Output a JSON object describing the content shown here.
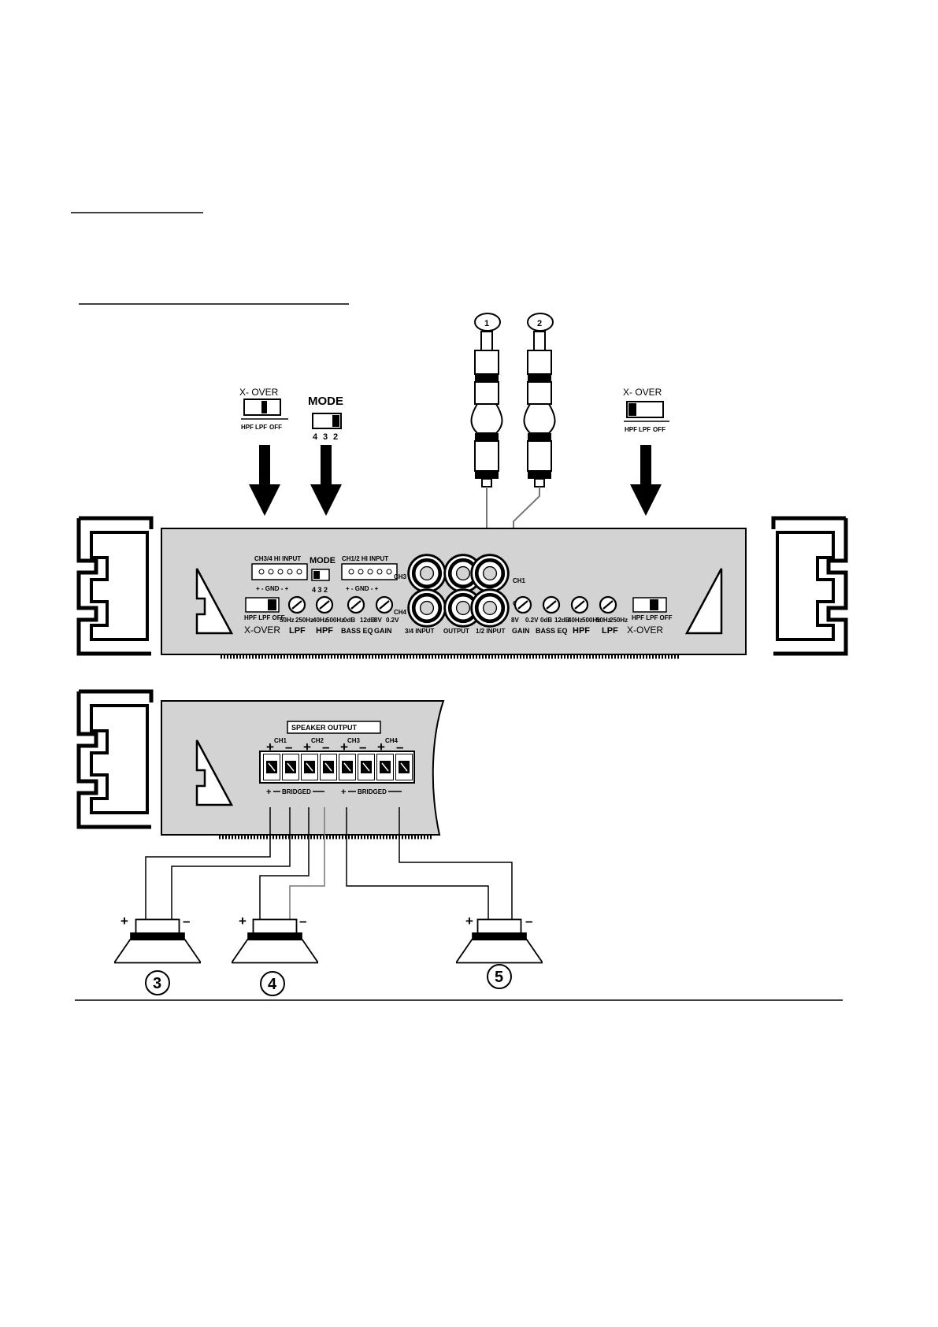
{
  "colors": {
    "panel": "#d3d3d3",
    "ink": "#000000",
    "paper": "#ffffff",
    "wire": "#777777"
  },
  "top_left_xover": {
    "title": "X- OVER",
    "labels": [
      "HPF",
      "LPF",
      "OFF"
    ]
  },
  "top_mode": {
    "title": "MODE",
    "labels": [
      "4",
      "3",
      "2"
    ]
  },
  "top_right_xover": {
    "title": "X- OVER",
    "labels": [
      "HPF",
      "LPF",
      "OFF"
    ]
  },
  "rca_callouts": [
    "1",
    "2"
  ],
  "amp_panel": {
    "ch34_hi_input": "CH3/4 HI INPUT",
    "ch12_hi_input": "CH1/2 HI INPUT",
    "hi_input_pins": "+ - GND - +",
    "mode_title": "MODE",
    "mode_labels": "4 3 2",
    "xover_left": "X-OVER",
    "xover_right": "X-OVER",
    "switch_labels": "HPF LPF OFF",
    "control_labels_left": [
      "LPF",
      "HPF",
      "BASS EQ",
      "GAIN"
    ],
    "control_labels_right": [
      "GAIN",
      "BASS EQ",
      "HPF",
      "LPF"
    ],
    "scale_labels_left": [
      "50Hz",
      "250Hz",
      "40Hz",
      "500Hz",
      "0dB",
      "12dB",
      "8V",
      "0.2V"
    ],
    "scale_labels_right": [
      "8V",
      "0.2V",
      "0dB",
      "12dB",
      "40Hz",
      "500Hz",
      "50Hz",
      "250Hz"
    ],
    "jack_labels": [
      "3/4 INPUT",
      "OUTPUT",
      "1/2 INPUT"
    ],
    "channel_tags": [
      "CH3",
      "CH4",
      "CH1",
      "CH2"
    ]
  },
  "speaker_panel": {
    "title": "SPEAKER OUTPUT",
    "channels": [
      "CH1",
      "CH2",
      "CH3",
      "CH4"
    ],
    "bridged_label": "BRIDGED"
  },
  "speaker_callouts": [
    "3",
    "4",
    "5"
  ]
}
